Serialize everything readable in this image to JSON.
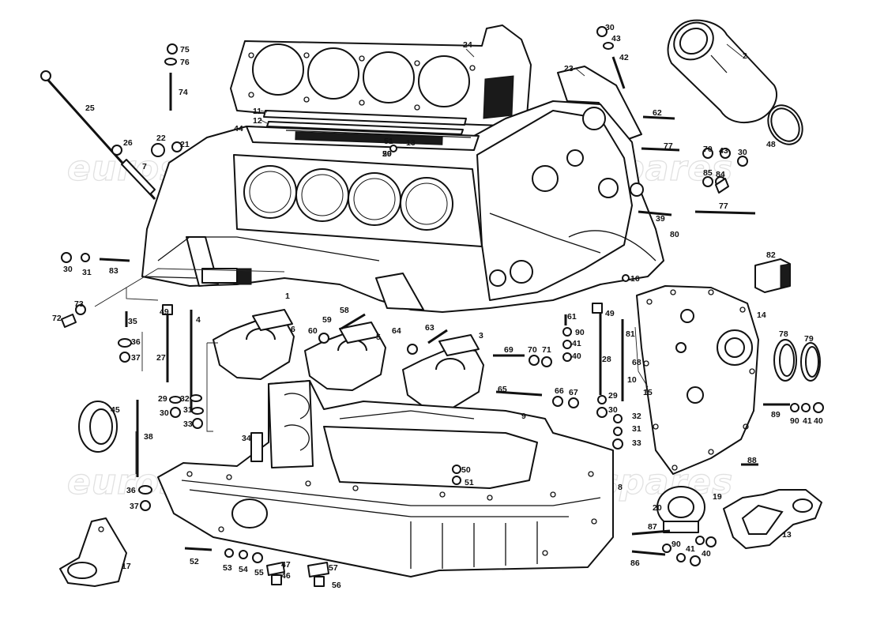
{
  "watermark": {
    "text": "eurospares",
    "color": "#c9c9c9"
  },
  "parts": [
    {
      "n": "1"
    },
    {
      "n": "2"
    },
    {
      "n": "3"
    },
    {
      "n": "4"
    },
    {
      "n": "5"
    },
    {
      "n": "6"
    },
    {
      "n": "7"
    },
    {
      "n": "8"
    },
    {
      "n": "9"
    },
    {
      "n": "10"
    },
    {
      "n": "11"
    },
    {
      "n": "12"
    },
    {
      "n": "13"
    },
    {
      "n": "13"
    },
    {
      "n": "14"
    },
    {
      "n": "15"
    },
    {
      "n": "16"
    },
    {
      "n": "17"
    },
    {
      "n": "19"
    },
    {
      "n": "20"
    },
    {
      "n": "21"
    },
    {
      "n": "22"
    },
    {
      "n": "23"
    },
    {
      "n": "24"
    },
    {
      "n": "25"
    },
    {
      "n": "26"
    },
    {
      "n": "27"
    },
    {
      "n": "28"
    },
    {
      "n": "29"
    },
    {
      "n": "29"
    },
    {
      "n": "29"
    },
    {
      "n": "30"
    },
    {
      "n": "30"
    },
    {
      "n": "30"
    },
    {
      "n": "30"
    },
    {
      "n": "30"
    },
    {
      "n": "31"
    },
    {
      "n": "31"
    },
    {
      "n": "31"
    },
    {
      "n": "32"
    },
    {
      "n": "32"
    },
    {
      "n": "33"
    },
    {
      "n": "33"
    },
    {
      "n": "34"
    },
    {
      "n": "35"
    },
    {
      "n": "36"
    },
    {
      "n": "36"
    },
    {
      "n": "37"
    },
    {
      "n": "37"
    },
    {
      "n": "38"
    },
    {
      "n": "39"
    },
    {
      "n": "40"
    },
    {
      "n": "40"
    },
    {
      "n": "40"
    },
    {
      "n": "41"
    },
    {
      "n": "41"
    },
    {
      "n": "41"
    },
    {
      "n": "42"
    },
    {
      "n": "43"
    },
    {
      "n": "43"
    },
    {
      "n": "44"
    },
    {
      "n": "45"
    },
    {
      "n": "46"
    },
    {
      "n": "47"
    },
    {
      "n": "48"
    },
    {
      "n": "49"
    },
    {
      "n": "49"
    },
    {
      "n": "50"
    },
    {
      "n": "50"
    },
    {
      "n": "51"
    },
    {
      "n": "51"
    },
    {
      "n": "52"
    },
    {
      "n": "53"
    },
    {
      "n": "54"
    },
    {
      "n": "55"
    },
    {
      "n": "56"
    },
    {
      "n": "57"
    },
    {
      "n": "58"
    },
    {
      "n": "59"
    },
    {
      "n": "60"
    },
    {
      "n": "61"
    },
    {
      "n": "62"
    },
    {
      "n": "63"
    },
    {
      "n": "64"
    },
    {
      "n": "65"
    },
    {
      "n": "66"
    },
    {
      "n": "67"
    },
    {
      "n": "68"
    },
    {
      "n": "69"
    },
    {
      "n": "70"
    },
    {
      "n": "70"
    },
    {
      "n": "71"
    },
    {
      "n": "72"
    },
    {
      "n": "73"
    },
    {
      "n": "74"
    },
    {
      "n": "75"
    },
    {
      "n": "76"
    },
    {
      "n": "77"
    },
    {
      "n": "77"
    },
    {
      "n": "78"
    },
    {
      "n": "79"
    },
    {
      "n": "80"
    },
    {
      "n": "81"
    },
    {
      "n": "82"
    },
    {
      "n": "83"
    },
    {
      "n": "84"
    },
    {
      "n": "85"
    },
    {
      "n": "86"
    },
    {
      "n": "87"
    },
    {
      "n": "88"
    },
    {
      "n": "89"
    },
    {
      "n": "90"
    },
    {
      "n": "90"
    },
    {
      "n": "90"
    }
  ]
}
